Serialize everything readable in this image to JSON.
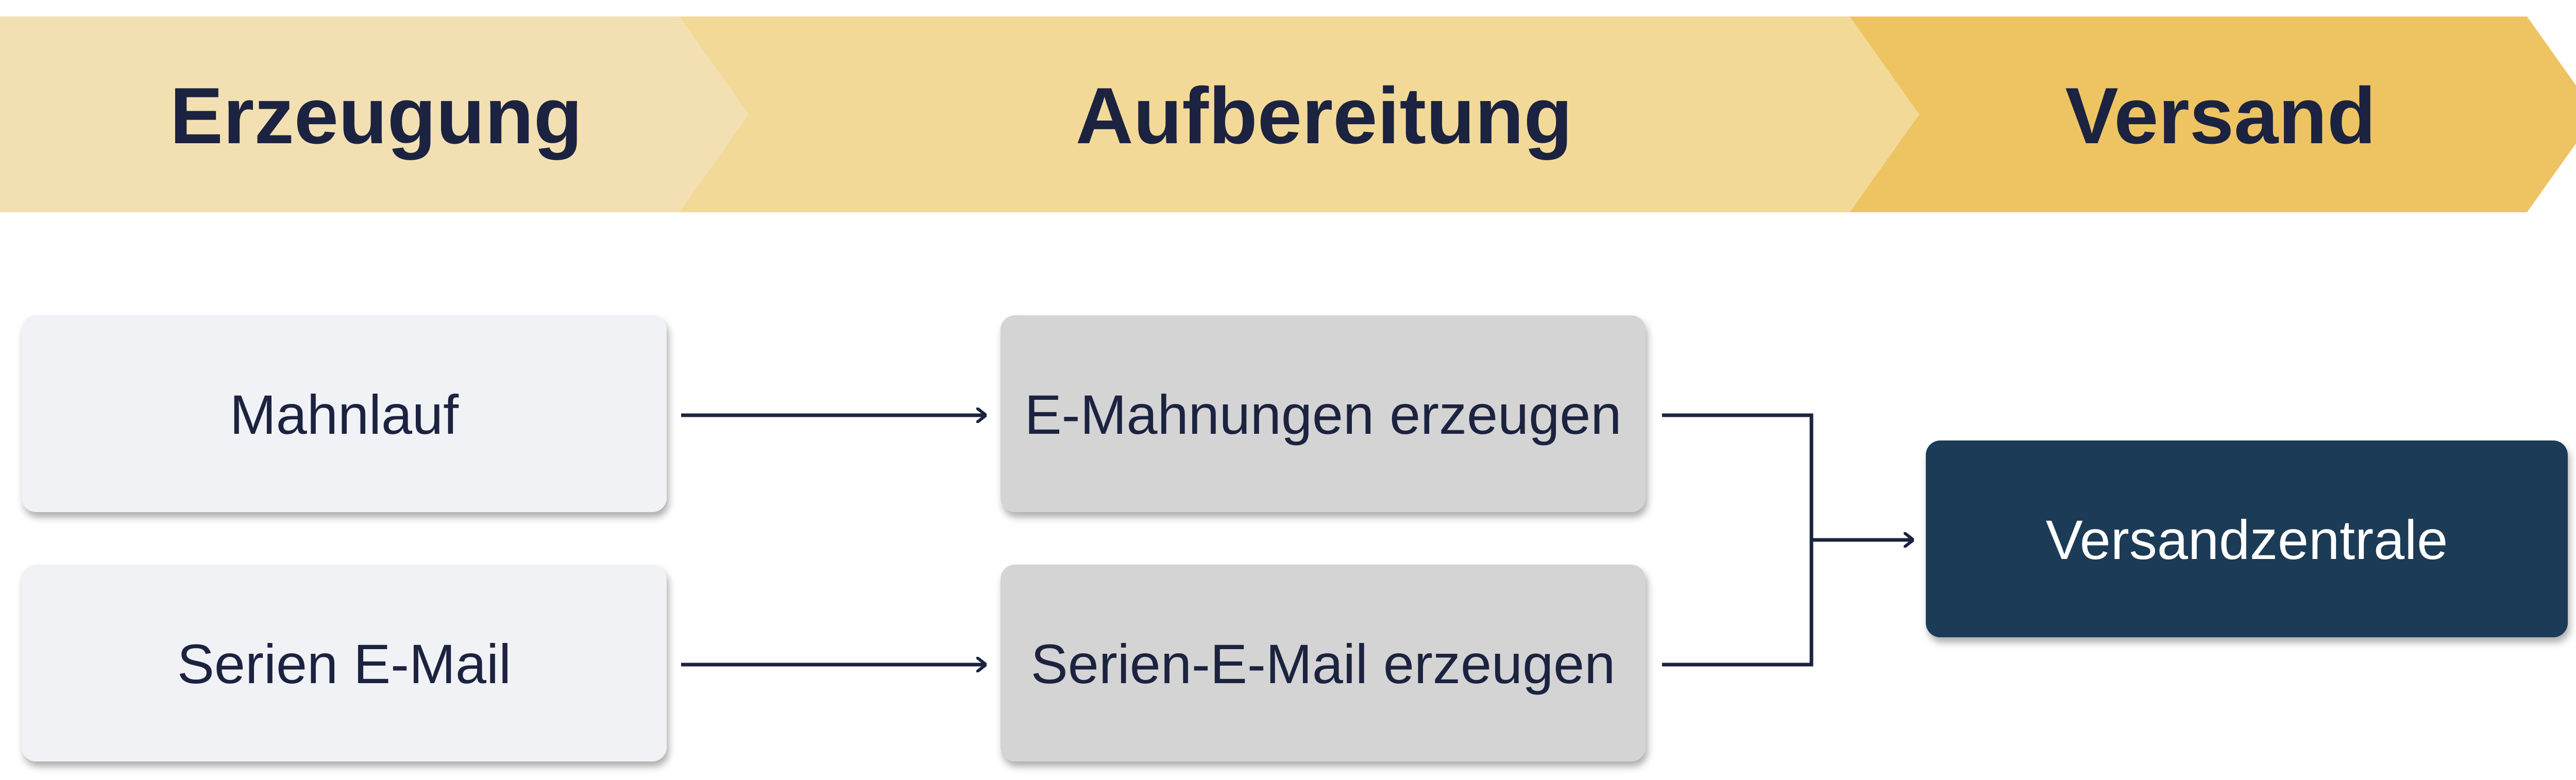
{
  "phases": [
    {
      "label": "Erzeugung"
    },
    {
      "label": "Aufbereitung"
    },
    {
      "label": "Versand"
    }
  ],
  "nodes": {
    "mahnlauf": {
      "label": "Mahnlauf"
    },
    "serien_email": {
      "label": "Serien E-Mail"
    },
    "e_mahnungen": {
      "label": "E-Mahnungen erzeugen"
    },
    "serien_email_erzeugen": {
      "label": "Serien-E-Mail erzeugen"
    },
    "versandzentrale": {
      "label": "Versandzentrale"
    }
  },
  "colors": {
    "phase_1": "#f2e0b3",
    "phase_2": "#f3d998",
    "phase_3": "#eec463",
    "source_box": "#f1f2f6",
    "process_box": "#d4d4d4",
    "target_box": "#1e3a56",
    "text_dark": "#1c2340",
    "text_light": "#ffffff",
    "connector": "#1c2340"
  }
}
